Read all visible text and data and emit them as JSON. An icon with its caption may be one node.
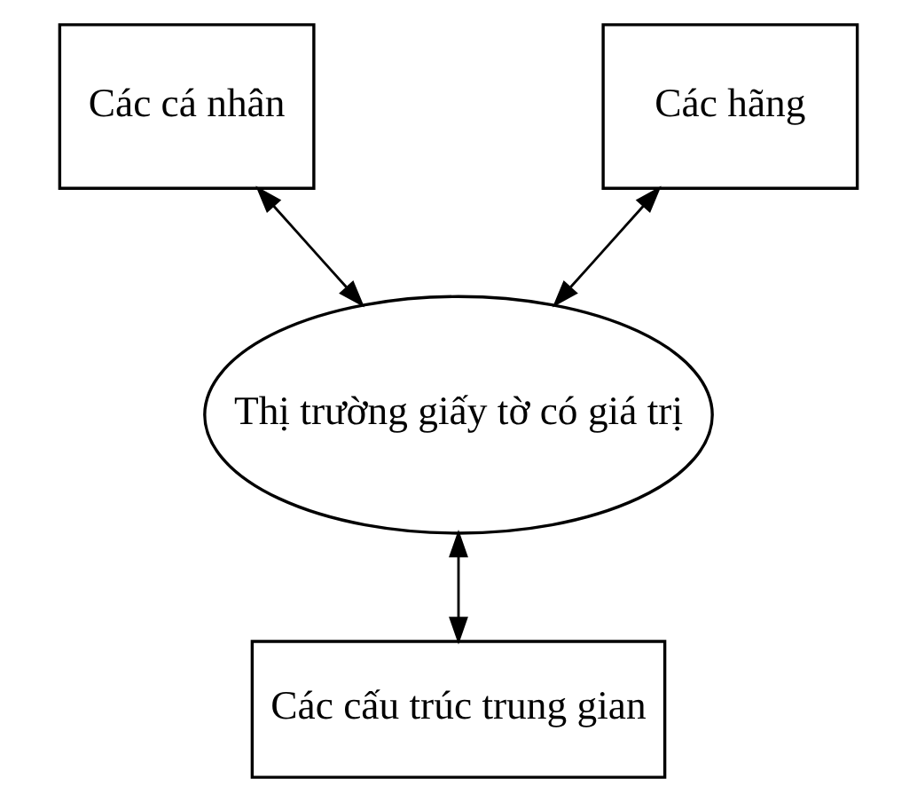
{
  "diagram": {
    "nodes": [
      {
        "text": [
          "Các cá nhân"
        ]
      },
      {
        "text": [
          "Các hãng"
        ]
      },
      {
        "text": [
          "Thị trường giấy tờ có giá trị"
        ]
      },
      {
        "text": [
          "Các cấu trúc trung gian"
        ]
      }
    ],
    "edges": [
      {
        "from": 0,
        "to": 2,
        "arrow": "both"
      },
      {
        "from": 1,
        "to": 2,
        "arrow": "both"
      },
      {
        "from": 2,
        "to": 3,
        "arrow": "both"
      }
    ]
  }
}
